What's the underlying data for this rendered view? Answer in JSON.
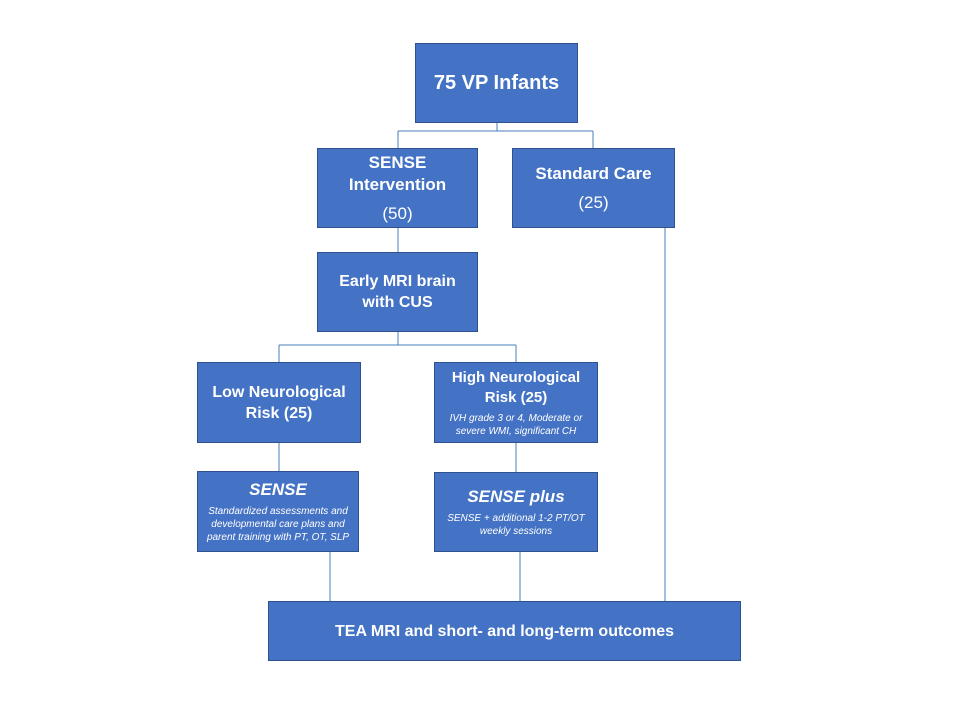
{
  "diagram": {
    "root": {
      "label": "75 VP Infants"
    },
    "arm_sense": {
      "label": "SENSE Intervention",
      "count": "(50)"
    },
    "arm_standard": {
      "label": "Standard Care",
      "count": "(25)"
    },
    "mri": {
      "label_line1": "Early MRI brain",
      "label_line2": "with CUS"
    },
    "low_risk": {
      "label_line1": "Low Neurological",
      "label_line2": "Risk (25)"
    },
    "high_risk": {
      "label_line1": "High Neurological",
      "label_line2": "Risk (25)",
      "note_line1": "IVH grade 3 or 4, Moderate or",
      "note_line2": "severe WMI, significant CH"
    },
    "sense": {
      "title": "SENSE",
      "note_line1": "Standardized assessments and",
      "note_line2": "developmental care plans and",
      "note_line3": "parent training with PT, OT, SLP"
    },
    "sense_plus": {
      "title": "SENSE plus",
      "note_line1": "SENSE + additional 1-2 PT/OT",
      "note_line2": "weekly sessions"
    },
    "outcome": {
      "label": "TEA MRI and short- and long-term outcomes"
    }
  },
  "colors": {
    "box_fill": "#4472c4",
    "box_border": "#2f528f",
    "connector": "#4a7ebb",
    "text": "#ffffff"
  }
}
